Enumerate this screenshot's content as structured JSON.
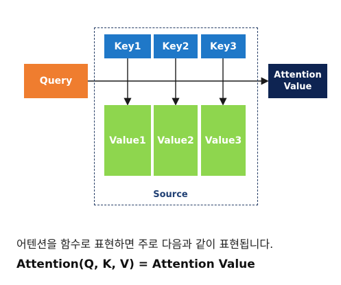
{
  "diagram": {
    "query_label": "Query",
    "attention_label": "Attention Value",
    "source_label": "Source",
    "keys": [
      "Key1",
      "Key2",
      "Key3"
    ],
    "values": [
      "Value1",
      "Value2",
      "Value3"
    ],
    "colors": {
      "query": "#ef7d2f",
      "key": "#1f78c8",
      "value": "#8ed64e",
      "attention": "#0e2452",
      "source_border": "#223a63",
      "line": "#1a1a1a"
    }
  },
  "text": {
    "caption": "어텐션을 함수로 표현하면 주로 다음과 같이 표현됩니다.",
    "formula": "Attention(Q, K, V) = Attention Value"
  }
}
